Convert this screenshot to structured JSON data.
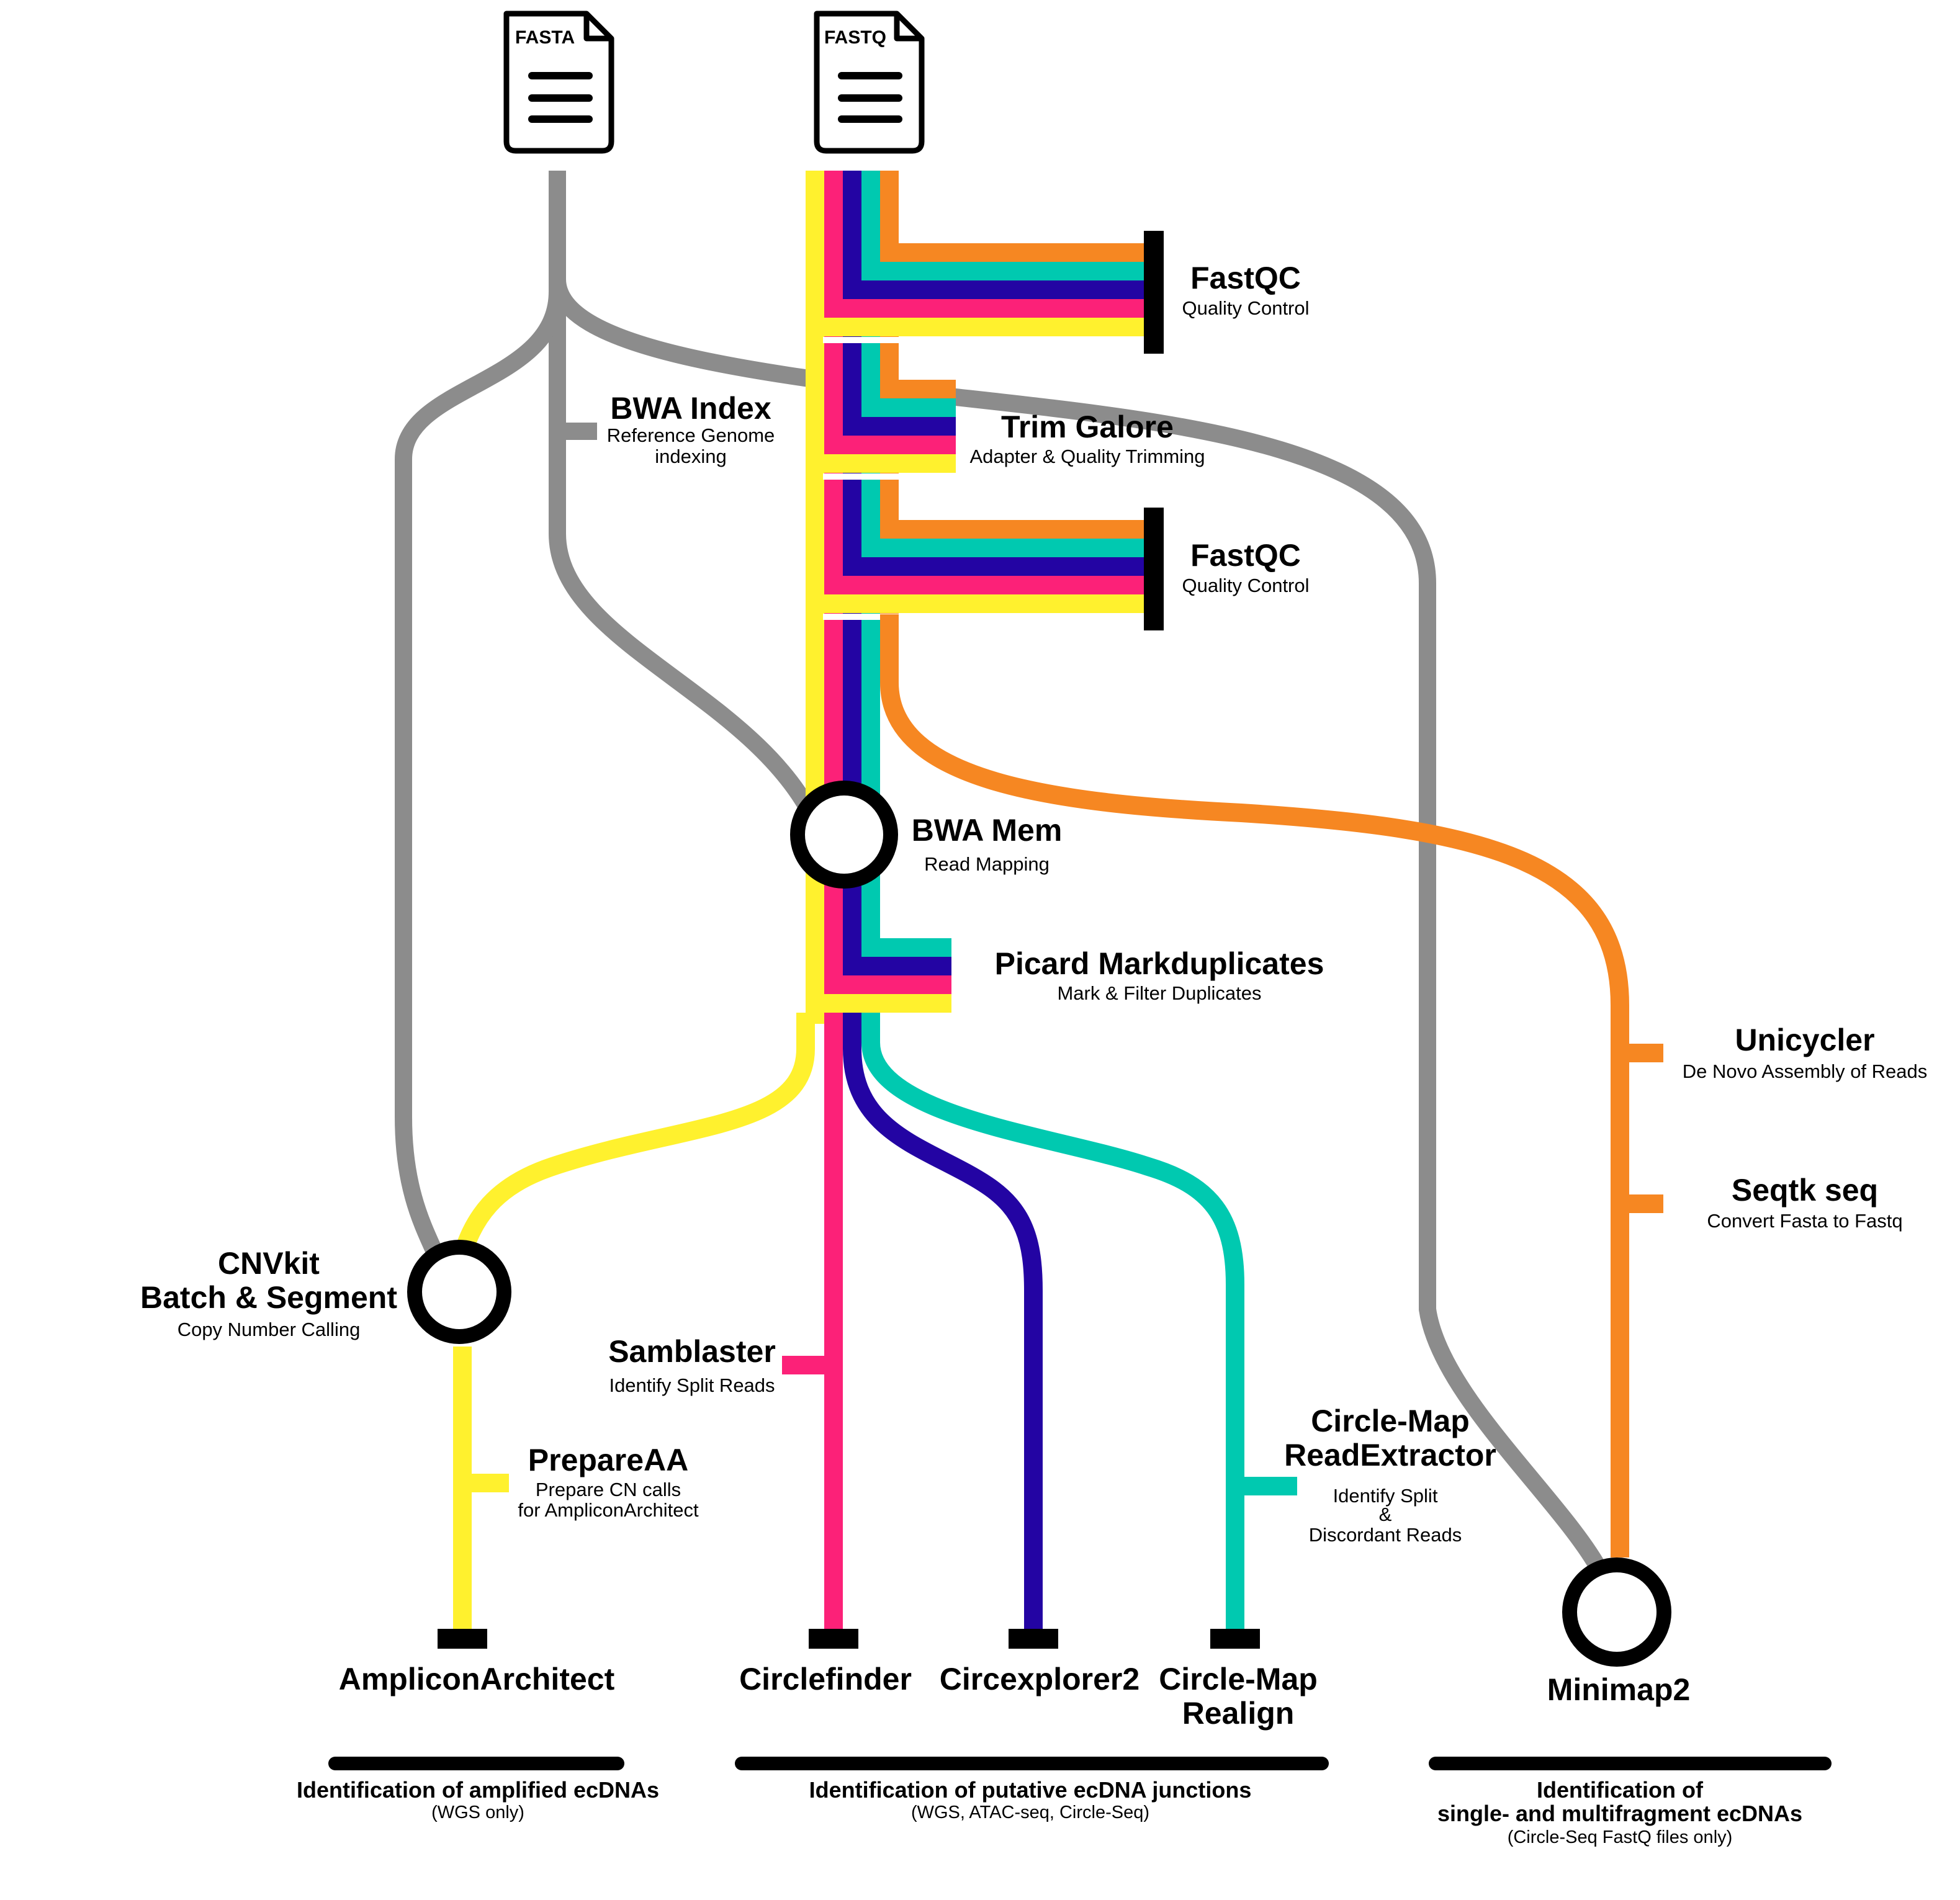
{
  "colors": {
    "gray": "#8c8c8c",
    "yellow": "#fff12e",
    "pink": "#fc2178",
    "navy": "#2304a3",
    "teal": "#00c9b0",
    "orange": "#f68722",
    "black": "#000000"
  },
  "inputs": {
    "fasta": "FASTA",
    "fastq": "FASTQ"
  },
  "steps": {
    "fastqc1": {
      "title": "FastQC",
      "sub": "Quality Control"
    },
    "trim_galore": {
      "title": "Trim Galore",
      "sub": "Adapter & Quality Trimming"
    },
    "fastqc2": {
      "title": "FastQC",
      "sub": "Quality Control"
    },
    "bwa_index": {
      "title": "BWA Index",
      "sub1": "Reference Genome",
      "sub2": "indexing"
    },
    "bwa_mem": {
      "title": "BWA Mem",
      "sub": "Read Mapping"
    },
    "picard": {
      "title": "Picard Markduplicates",
      "sub": "Mark & Filter Duplicates"
    },
    "unicycler": {
      "title": "Unicycler",
      "sub": "De Novo Assembly of Reads"
    },
    "seqtk": {
      "title": "Seqtk seq",
      "sub": "Convert Fasta to Fastq"
    },
    "cnvkit": {
      "title1": "CNVkit",
      "title2": "Batch & Segment",
      "sub": "Copy Number Calling"
    },
    "samblaster": {
      "title": "Samblaster",
      "sub": "Identify Split Reads"
    },
    "prepareaa": {
      "title": "PrepareAA",
      "sub1": "Prepare CN calls",
      "sub2": "for AmpliconArchitect"
    },
    "readextractor": {
      "title1": "Circle-Map",
      "title2": "ReadExtractor",
      "sub1": "Identify Split",
      "sub2": "&",
      "sub3": "Discordant Reads"
    }
  },
  "endpoints": {
    "amplicon": "AmpliconArchitect",
    "circlefinder": "Circlefinder",
    "circexplorer": "Circexplorer2",
    "realign1": "Circle-Map",
    "realign2": "Realign",
    "minimap": "Minimap2"
  },
  "groups": {
    "amplified": {
      "title": "Identification of amplified ecDNAs",
      "sub": "(WGS only)"
    },
    "junctions": {
      "title": "Identification of putative ecDNA junctions",
      "sub": "(WGS, ATAC-seq, Circle-Seq)"
    },
    "multifragment": {
      "title1": "Identification of",
      "title2": "single- and multifragment ecDNAs",
      "sub": "(Circle-Seq FastQ files only)"
    }
  }
}
